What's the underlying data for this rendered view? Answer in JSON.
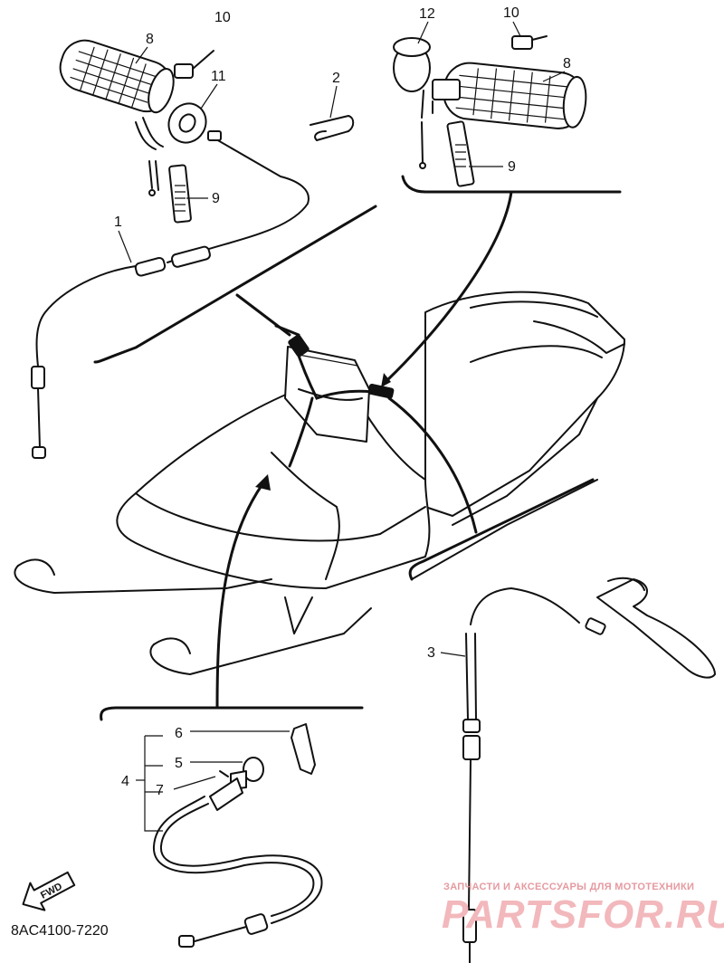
{
  "callouts": {
    "c1": "1",
    "c2": "2",
    "c3": "3",
    "c4": "4",
    "c5": "5",
    "c6": "6",
    "c7": "7",
    "c8_left": "8",
    "c8_right": "8",
    "c9_left": "9",
    "c9_right": "9",
    "c10_left": "10",
    "c10_right": "10",
    "c11": "11",
    "c12": "12"
  },
  "fwd_label": "FWD",
  "diagram_code": "8AC4100-7220",
  "watermark": {
    "tagline": "ЗАПЧАСТИ И АКСЕССУАРЫ ДЛЯ МОТОТЕХНИКИ",
    "brand": "PARTSFOR.RU",
    "color": "#e59aa0"
  }
}
